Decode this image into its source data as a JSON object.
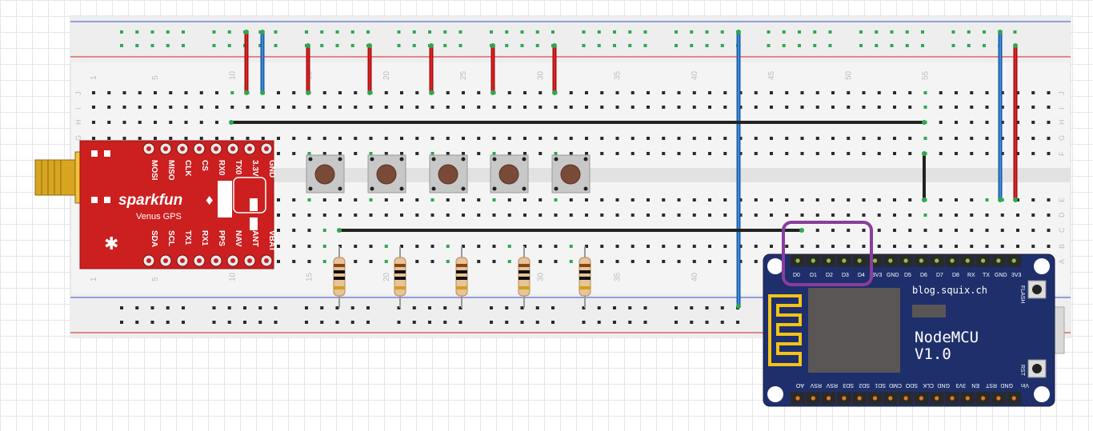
{
  "breadboard": {
    "column_numbers": [
      "1",
      "5",
      "10",
      "15",
      "20",
      "25",
      "30",
      "35",
      "40",
      "45",
      "50",
      "55"
    ],
    "top_row_letters": [
      "J",
      "I",
      "H",
      "G",
      "F"
    ],
    "bottom_row_letters": [
      "E",
      "D",
      "C",
      "B",
      "A"
    ]
  },
  "gps_module": {
    "brand": "sparkfun",
    "model": "Venus GPS",
    "top_pins": [
      "MOSI",
      "MISO",
      "CLK",
      "CS",
      "RX0",
      "TX0",
      "3.3V",
      "GND"
    ],
    "bottom_pins": [
      "SDA",
      "SCL",
      "TX1",
      "RX1",
      "PPS",
      "NAV",
      "ANT",
      "VBAT"
    ]
  },
  "nodemcu": {
    "title": "NodeMCU",
    "version": "V1.0",
    "url": "blog.squix.ch",
    "flash_label": "FLASH",
    "rst_label": "RST",
    "top_pins": [
      "D0",
      "D1",
      "D2",
      "D3",
      "D4",
      "3V3",
      "GND",
      "D5",
      "D6",
      "D7",
      "D8",
      "RX",
      "TX",
      "GND",
      "3V3"
    ],
    "bottom_pins": [
      "AO",
      "RSV",
      "RSV",
      "SD3",
      "SD2",
      "SD1",
      "CMD",
      "SDO",
      "CLK",
      "GND",
      "3V3",
      "EN",
      "RST",
      "GND",
      "Vin"
    ]
  },
  "colors": {
    "wire_red": "#cc1111",
    "wire_blue": "#2277cc",
    "wire_black": "#222222",
    "highlight": "#8a3d9e",
    "board_red": "#cc1f1f",
    "board_navy": "#1f2f6b"
  }
}
